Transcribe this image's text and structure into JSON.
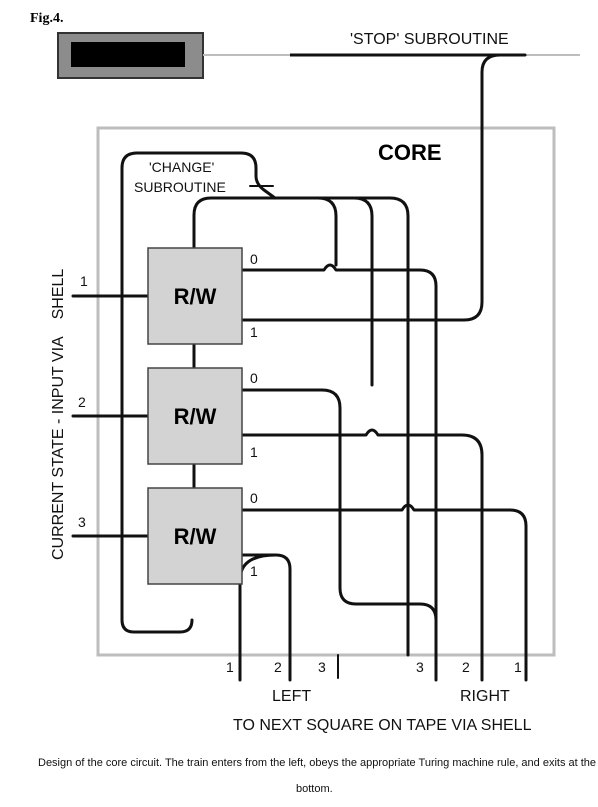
{
  "figure": {
    "label": "Fig.4.",
    "stop_subroutine": "'STOP' SUBROUTINE",
    "core_label": "CORE",
    "change_line1": "'CHANGE'",
    "change_line2": "SUBROUTINE",
    "rw_units": [
      {
        "label": "R/W",
        "out0": "0",
        "out1": "1"
      },
      {
        "label": "R/W",
        "out0": "0",
        "out1": "1"
      },
      {
        "label": "R/W",
        "out0": "0",
        "out1": "1"
      }
    ],
    "inputs": [
      "1",
      "2",
      "3"
    ],
    "vertical_label": "CURRENT STATE - INPUT VIA    SHELL",
    "outputs_left": [
      "1",
      "2",
      "3"
    ],
    "outputs_right": [
      "3",
      "2",
      "1"
    ],
    "left_label": "LEFT",
    "right_label": "RIGHT",
    "bottom_label": "TO NEXT SQUARE ON TAPE VIA SHELL",
    "caption_line1": "Design of the core circuit.   The train enters from the left, obeys the appropriate Turing machine rule, and exits at the",
    "caption_line2": "bottom."
  }
}
